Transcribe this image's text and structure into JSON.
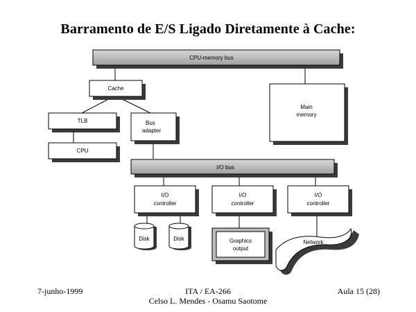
{
  "slide": {
    "title": "Barramento de E/S Ligado Diretamente à Cache:"
  },
  "diagram": {
    "cpu_memory_bus": "CPU-memory bus",
    "cache": "Cache",
    "tlb": "TLB",
    "cpu": "CPU",
    "bus_adapter_line1": "Bus",
    "bus_adapter_line2": "adapter",
    "main_memory_line1": "Main",
    "main_memory_line2": "memory",
    "io_bus": "I/O bus",
    "io_controller_line1": "I/O",
    "io_controller_line2": "controller",
    "disk": "Disk",
    "graphics_output_line1": "Graphics",
    "graphics_output_line2": "output",
    "network": "Network"
  },
  "footer": {
    "date": "7-junho-1999",
    "course": "ITA / EA-266",
    "authors": "Celso L. Mendes - Osamu Saotome",
    "lesson": "Aula 15 (28)"
  }
}
